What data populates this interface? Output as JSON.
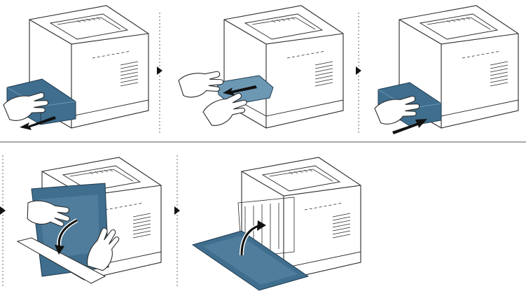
{
  "figure": {
    "rows": 2,
    "steps": [
      {
        "step": 1,
        "action": "pull-tray-out"
      },
      {
        "step": 2,
        "action": "remove-jammed-paper"
      },
      {
        "step": 3,
        "action": "push-tray-in"
      },
      {
        "step": 4,
        "action": "lower-front-cover"
      },
      {
        "step": 5,
        "action": "raise-front-cover"
      }
    ],
    "colors": {
      "line": "#2a2a2a",
      "paper": "#3f6e8e",
      "paper_light": "#6d98b4",
      "printer_fill": "#ffffff",
      "arrow": "#111111",
      "divider": "#555555"
    },
    "icons": [
      "step-arrow-icon",
      "hand-icon",
      "direction-arrow-icon",
      "printer-icon"
    ]
  }
}
